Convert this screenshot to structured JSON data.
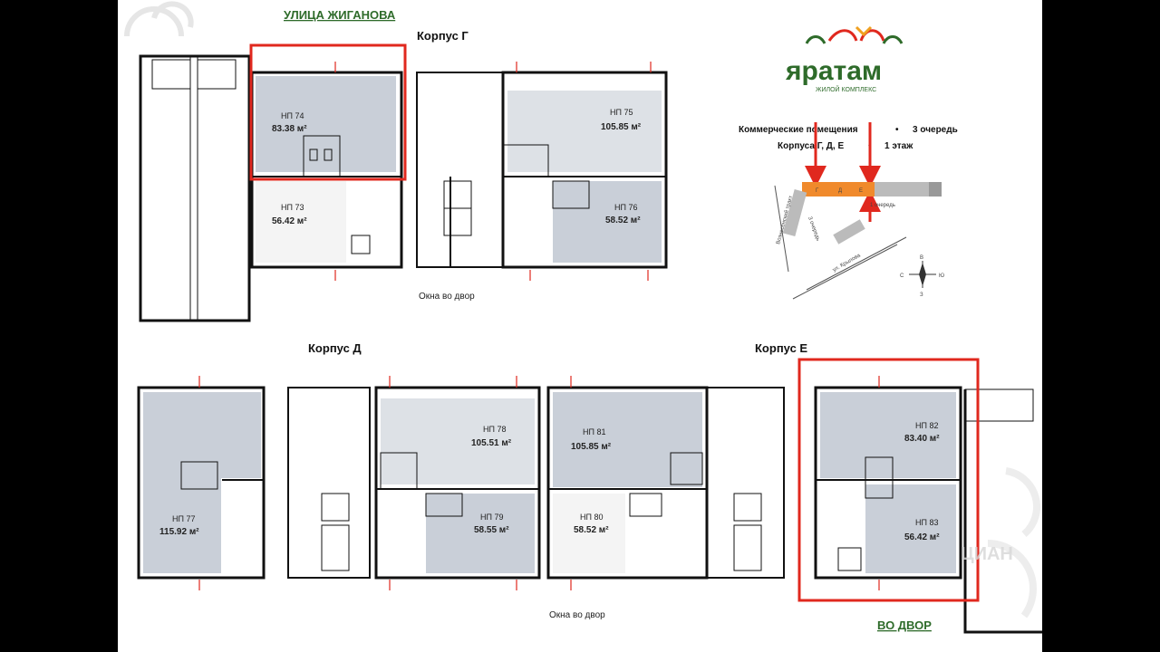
{
  "street_label": "УЛИЦА ЖИГАНОВА",
  "courtyard_label": "ВО ДВОР",
  "logo": {
    "name": "яратам",
    "subtitle": "ЖИЛОЙ КОМПЛЕКС",
    "color": "#2e6b2a"
  },
  "legend": {
    "line1_left": "Коммерческие помещения",
    "line1_right": "3 очередь",
    "line2_left": "Корпуса Г, Д, Е",
    "line2_right": "1 этаж",
    "map_labels": {
      "queue": "1 очередь",
      "queue3": "3 очередь",
      "street1": "ул. Крылова",
      "street2": "Вознесенский тракт",
      "bldg_g": "Г",
      "bldg_d": "Д",
      "bldg_e": "Е"
    },
    "compass": {
      "n": "В",
      "s": "З",
      "w": "С",
      "e": "Ю"
    }
  },
  "buildings": {
    "g": {
      "title": "Корпус Г",
      "caption": "Окна во двор"
    },
    "d": {
      "title": "Корпус Д",
      "caption": "Окна во двор"
    },
    "e": {
      "title": "Корпус Е"
    }
  },
  "units": {
    "u74": {
      "no": "НП 74",
      "area": "83.38 м²"
    },
    "u73": {
      "no": "НП 73",
      "area": "56.42 м²"
    },
    "u75": {
      "no": "НП 75",
      "area": "105.85 м²"
    },
    "u76": {
      "no": "НП 76",
      "area": "58.52 м²"
    },
    "u77": {
      "no": "НП 77",
      "area": "115.92 м²"
    },
    "u78": {
      "no": "НП 78",
      "area": "105.51 м²"
    },
    "u79": {
      "no": "НП 79",
      "area": "58.55 м²"
    },
    "u81": {
      "no": "НП 81",
      "area": "105.85 м²"
    },
    "u80": {
      "no": "НП 80",
      "area": "58.52 м²"
    },
    "u82": {
      "no": "НП 82",
      "area": "83.40 м²"
    },
    "u83": {
      "no": "НП 83",
      "area": "56.42 м²"
    }
  },
  "watermark": "ЦИАН",
  "colors": {
    "unit_fill": "#c9cfd8",
    "wall": "#111111",
    "highlight": "#e0281e",
    "map_orange": "#f08a2c",
    "arrow": "#e0281e"
  }
}
